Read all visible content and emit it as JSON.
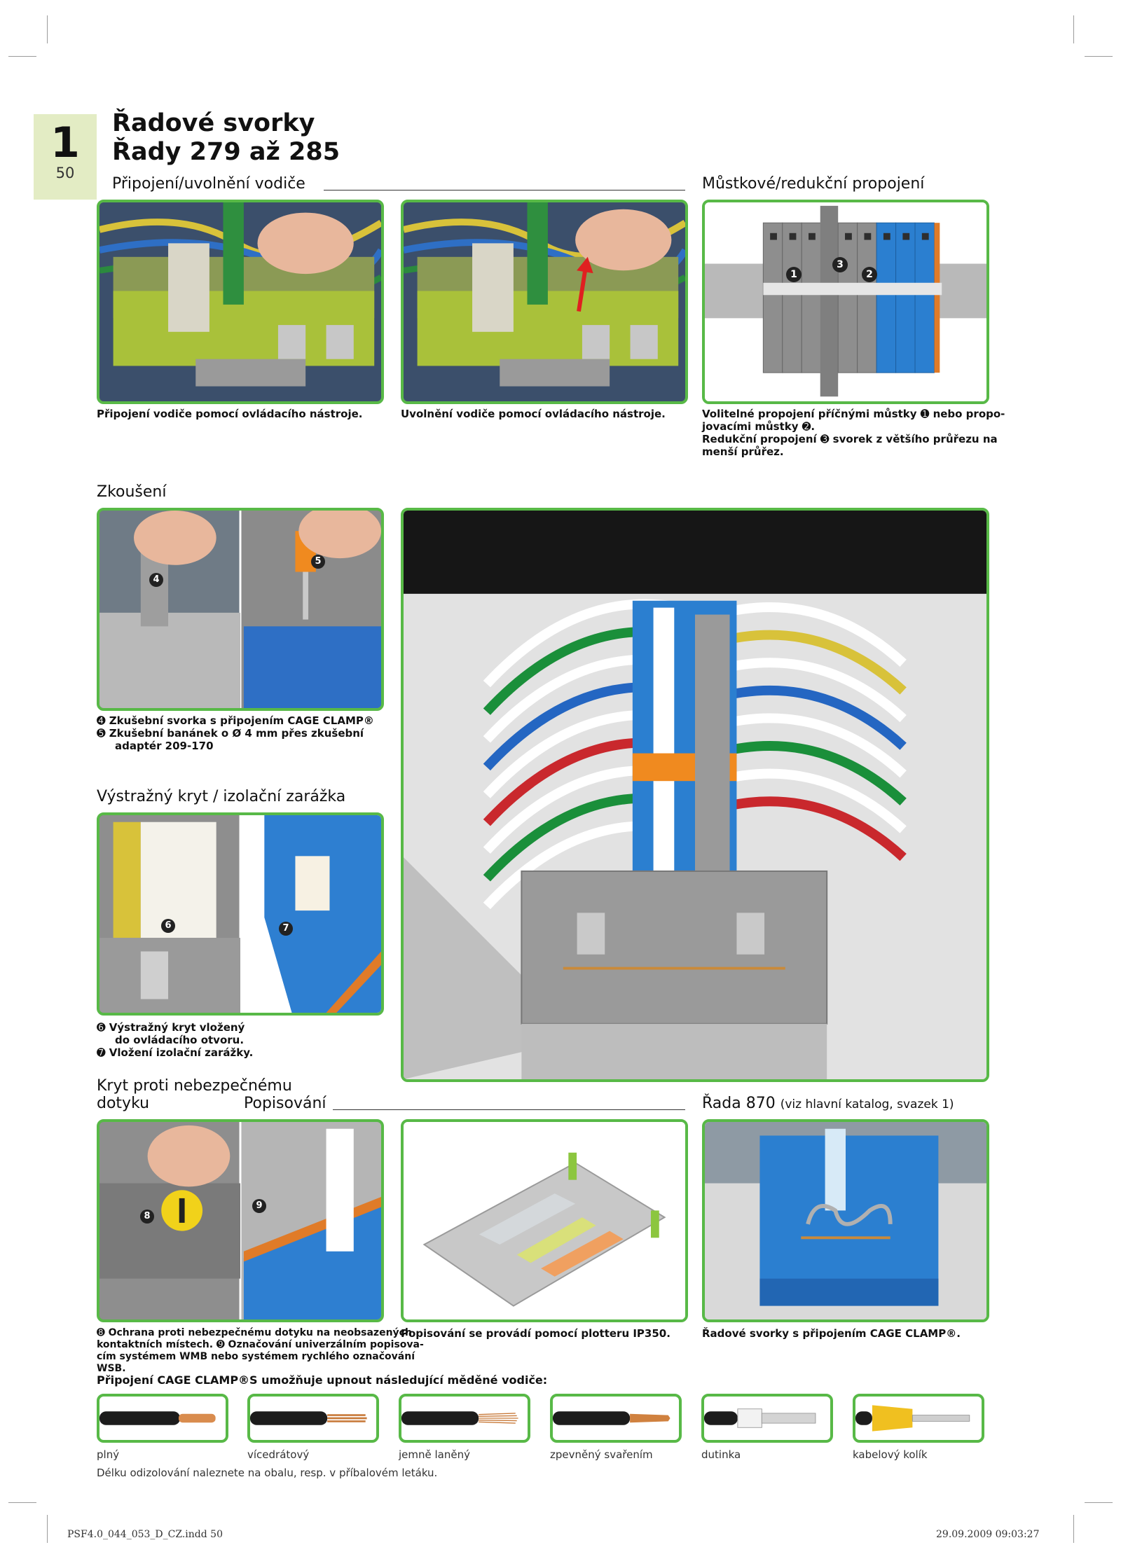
{
  "chapter": {
    "number": "1",
    "page": "50"
  },
  "title": {
    "line1": "Řadové svorky",
    "line2": "Řady 279 až 285"
  },
  "sections": {
    "connect": "Připojení/uvolnění vodiče",
    "bridge": "Můstkové/redukční propojení",
    "testing": "Zkoušení",
    "warning": "Výstražný kryt / izolační zarážka",
    "touch_line1": "Kryt proti nebezpečnému",
    "touch_line2": "dotyku",
    "marking": "Popisování",
    "series870": "Řada 870",
    "series870_note": "(viz hlavní katalog, svazek 1)"
  },
  "captions": {
    "connect": "Připojení vodiče pomocí ovládacího nástroje.",
    "release": "Uvolnění vodiče pomocí ovládacího nástroje.",
    "bridge_lines": [
      "Volitelné propojení příčnými můstky ➊ nebo propo-",
      "jovacími můstky ➋.",
      "Redukční propojení ➌ svorek z většího průřezu na",
      "menší průřez."
    ],
    "testing_lines": [
      "➍ Zkušební svorka s připojením CAGE CLAMP®",
      "➎ Zkušební banánek o Ø 4 mm přes zkušební",
      "adaptér 209-170"
    ],
    "warning_lines": [
      "➏ Výstražný kryt vložený",
      "do ovládacího otvoru.",
      "➐ Vložení izolační zarážky."
    ],
    "touch_lines": [
      "➑ Ochrana proti nebezpečnému dotyku na neobsazených",
      "kontaktních místech. ➒ Označování univerzálním popisova-",
      "cím systémem WMB nebo systémem rychlého označování",
      "WSB."
    ],
    "plotter": "Popisování se provádí pomocí plotteru IP350.",
    "series870": "Řadové svorky s připojením CAGE CLAMP®."
  },
  "markers": {
    "m1": "1",
    "m2": "2",
    "m3": "3",
    "m4": "4",
    "m5": "5",
    "m6": "6",
    "m7": "7",
    "m8": "8",
    "m9": "9"
  },
  "conductors": {
    "heading": "Připojení CAGE CLAMP®S umožňuje upnout následující měděné vodiče:",
    "items": [
      "plný",
      "vícedrátový",
      "jemně laněný",
      "zpevněný svařením",
      "dutinka",
      "kabelový kolík"
    ],
    "note": "Délku odizolování naleznete na obalu, resp. v příbalovém letáku."
  },
  "footer": {
    "left": "PSF4.0_044_053_D_CZ.indd   50",
    "right": "29.09.2009   09:03:27"
  },
  "colors": {
    "frame": "#58b947",
    "tab": "#e3ecc4",
    "terminal_gray": "#8e8e8e",
    "terminal_blue": "#2b7fd0"
  }
}
